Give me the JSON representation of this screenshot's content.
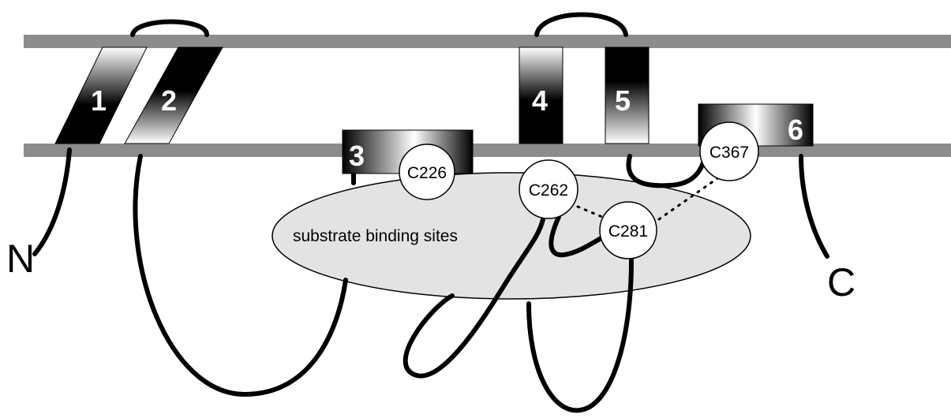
{
  "helices": [
    {
      "id": "h1",
      "label": "1"
    },
    {
      "id": "h2",
      "label": "2"
    },
    {
      "id": "h3",
      "label": "3"
    },
    {
      "id": "h4",
      "label": "4"
    },
    {
      "id": "h5",
      "label": "5"
    },
    {
      "id": "h6",
      "label": "6"
    }
  ],
  "cysteines": [
    {
      "id": "c226",
      "label": "C226"
    },
    {
      "id": "c262",
      "label": "C262"
    },
    {
      "id": "c281",
      "label": "C281"
    },
    {
      "id": "c367",
      "label": "C367"
    }
  ],
  "substrate_region": {
    "label": "substrate binding sites"
  },
  "termini": {
    "n_label": "N",
    "c_label": "C"
  },
  "colors": {
    "membrane": "#8c8c8c",
    "substrate_fill": "#e3e3e3",
    "loop": "#000000",
    "helix_dark": "#000000",
    "helix_light": "#ffffff"
  }
}
